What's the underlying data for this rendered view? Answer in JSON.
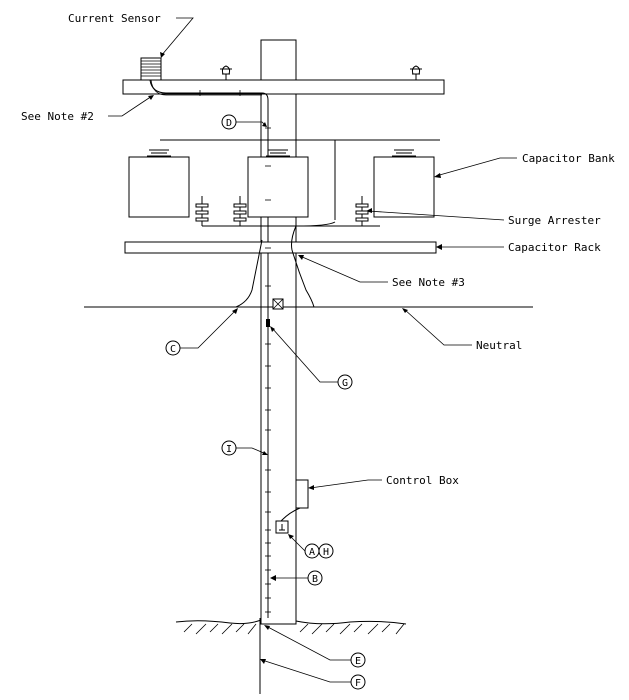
{
  "labels": {
    "current_sensor": "Current Sensor",
    "see_note_2": "See Note #2",
    "capacitor_bank": "Capacitor Bank",
    "surge_arrester": "Surge Arrester",
    "capacitor_rack": "Capacitor Rack",
    "see_note_3": "See Note #3",
    "neutral": "Neutral",
    "control_box": "Control Box"
  },
  "callouts": {
    "d": "D",
    "c": "C",
    "g": "G",
    "i": "I",
    "a": "A",
    "h": "H",
    "b": "B",
    "e": "E",
    "f": "F"
  }
}
